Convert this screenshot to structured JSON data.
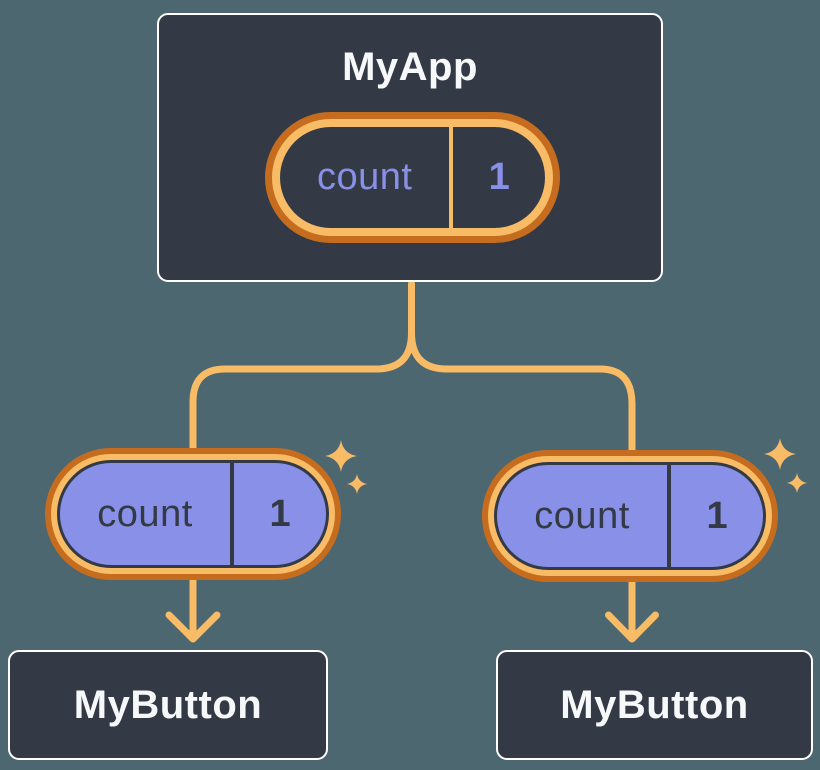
{
  "colors": {
    "background": "#4D6770",
    "card": "#333A46",
    "card_border": "#FFFFFF",
    "accent_light": "#F8BB66",
    "accent_dark": "#C56C1E",
    "purple": "#8890E8"
  },
  "parent": {
    "title": "MyApp",
    "state": {
      "name": "count",
      "value": "1"
    }
  },
  "children": [
    {
      "title": "MyButton",
      "prop": {
        "name": "count",
        "value": "1"
      }
    },
    {
      "title": "MyButton",
      "prop": {
        "name": "count",
        "value": "1"
      }
    }
  ]
}
